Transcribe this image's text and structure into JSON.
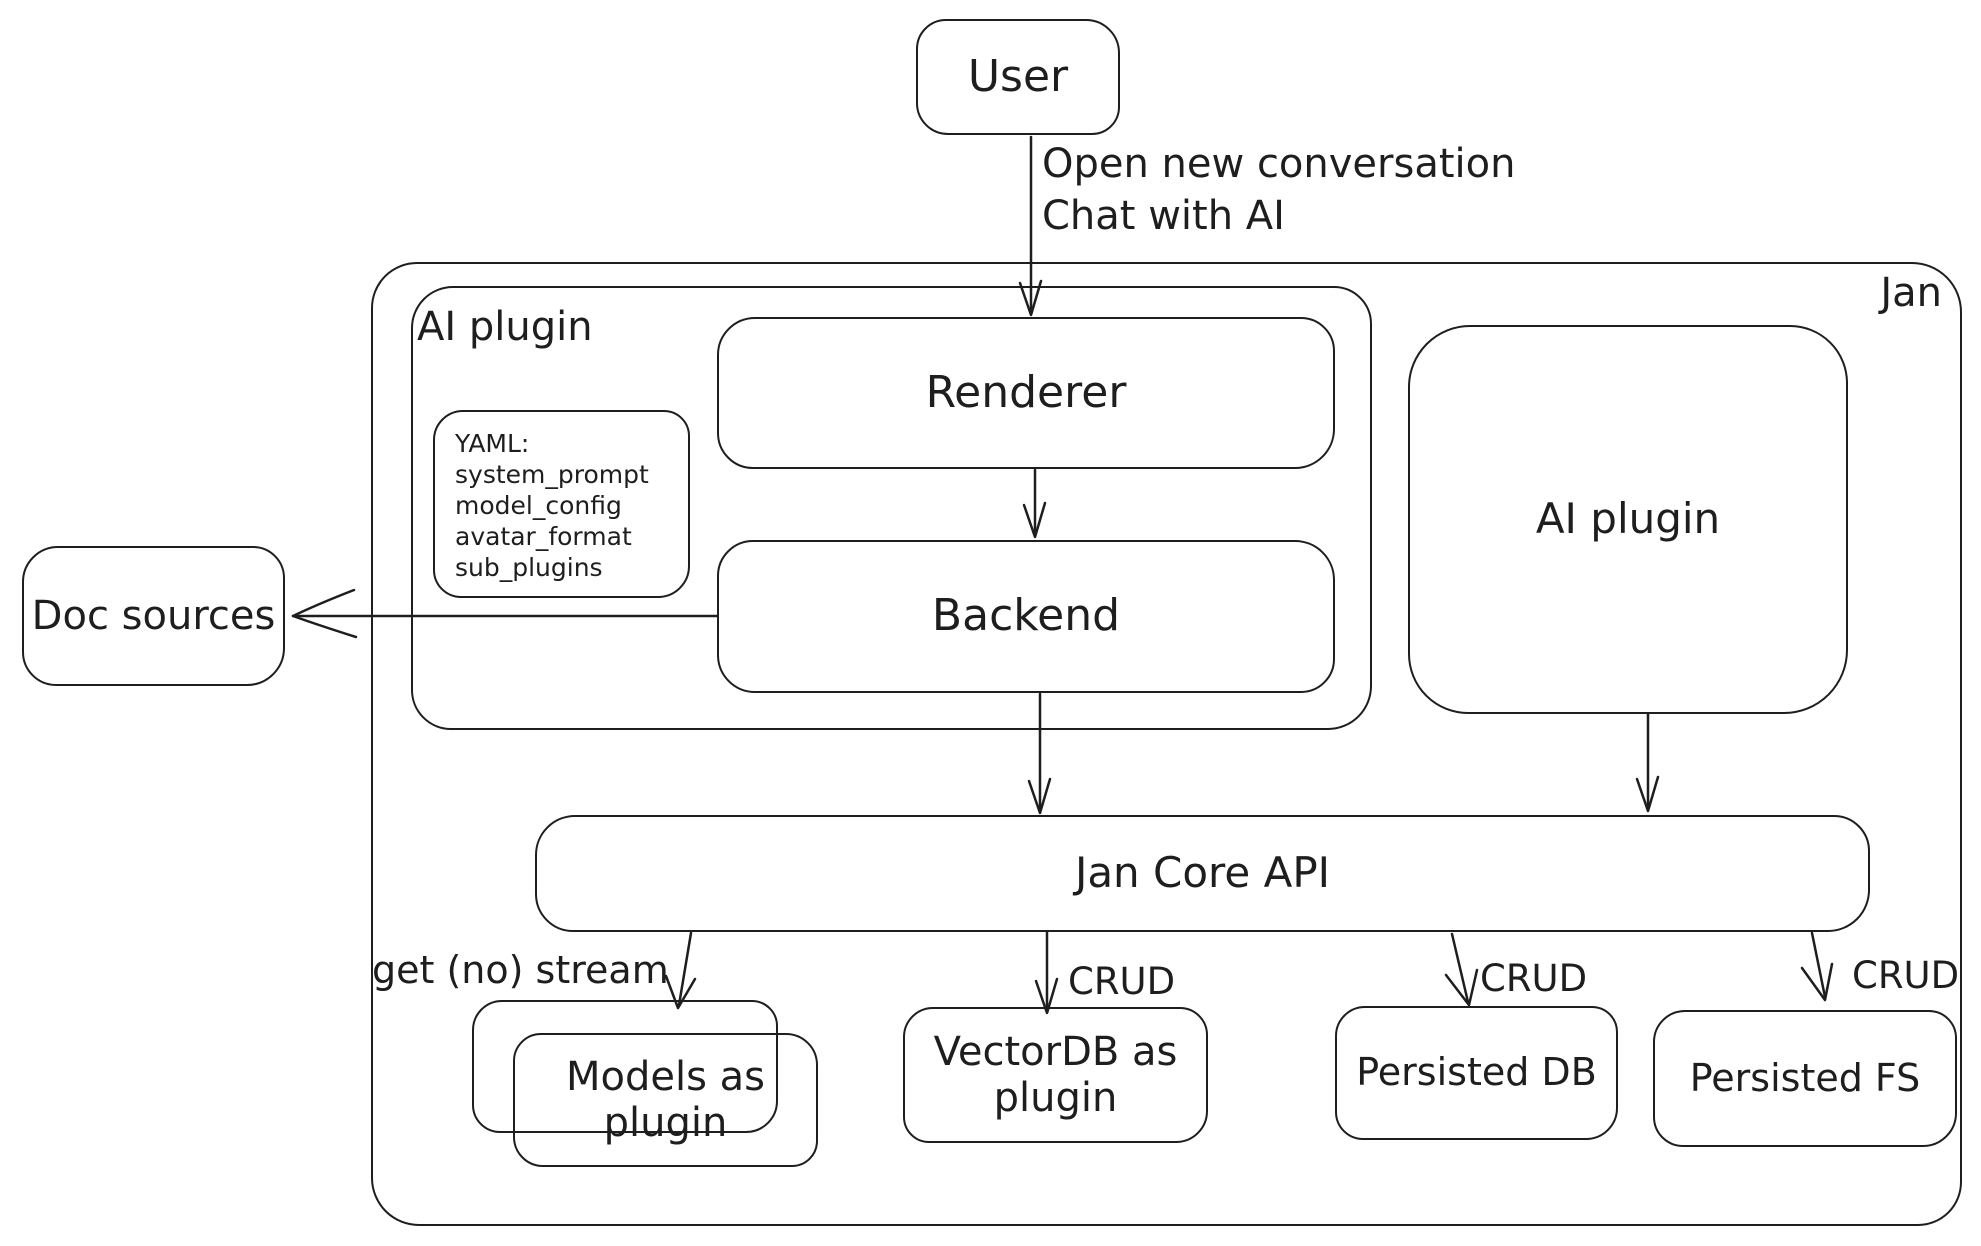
{
  "diagram": {
    "colors": {
      "stroke": "#1e1e1e",
      "background": "#ffffff"
    },
    "nodes": {
      "user": {
        "label": "User"
      },
      "jan": {
        "label": "Jan"
      },
      "ai_plugin_group": {
        "label": "AI plugin"
      },
      "yaml_note": {
        "lines": [
          "YAML:",
          "system_prompt",
          "model_config",
          "avatar_format",
          "sub_plugins"
        ]
      },
      "renderer": {
        "label": "Renderer"
      },
      "backend": {
        "label": "Backend"
      },
      "ai_plugin": {
        "label": "AI plugin"
      },
      "doc_sources": {
        "label": "Doc sources"
      },
      "jan_core_api": {
        "label": "Jan Core API"
      },
      "models_plugin": {
        "label": "Models as plugin"
      },
      "vectordb_plugin": {
        "label": "VectorDB as plugin"
      },
      "persisted_db": {
        "label": "Persisted DB"
      },
      "persisted_fs": {
        "label": "Persisted FS"
      }
    },
    "edges": {
      "user_renderer": {
        "lines": [
          "Open new conversation",
          "Chat with AI"
        ]
      },
      "jan_core_models": {
        "label": "get (no) stream"
      },
      "jan_core_vectordb": {
        "label": "CRUD"
      },
      "jan_core_persisted_db": {
        "label": "CRUD"
      },
      "jan_core_persisted_fs": {
        "label": "CRUD"
      }
    }
  }
}
